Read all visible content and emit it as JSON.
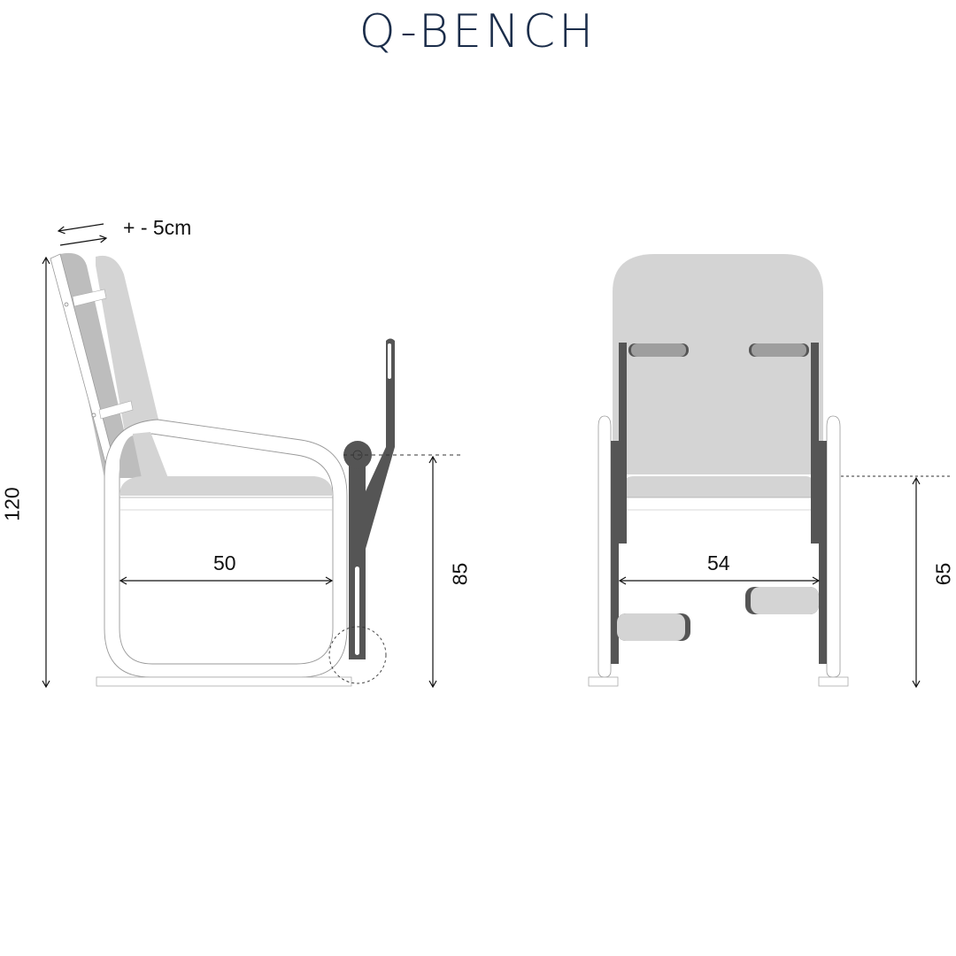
{
  "title": "Q-BENCH",
  "side_view": {
    "adjust_label": "+ - 5cm",
    "height_label": "120",
    "seat_depth_label": "50",
    "armrest_height_label": "85"
  },
  "front_view": {
    "seat_width_label": "54",
    "seat_height_label": "65"
  },
  "colors": {
    "title": "#1b2d4a",
    "frame_dark": "#555555",
    "cushion": "#d4d4d4",
    "cushion_dark": "#bdbdbd",
    "pad": "#9e9e9e",
    "line": "#111111"
  }
}
